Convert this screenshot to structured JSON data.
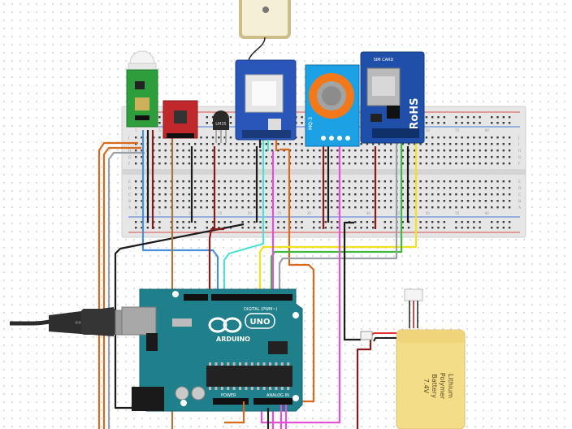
{
  "components": {
    "gsm_module": {
      "rohs": "RoHS",
      "sim_label": "SIM CARD"
    },
    "arduino": {
      "brand": "ARDUINO",
      "model": "UNO",
      "digital_label": "DIGITAL (PWM~)",
      "analog_label": "ANALOG IN",
      "power_label": "POWER"
    },
    "mq3": {
      "label": "MQ-3"
    },
    "battery": {
      "line1": "Lithium",
      "line2": "Polymer",
      "line3": "Battery",
      "line4": "7.4V"
    },
    "temp_sensor": {
      "label": "LM35"
    }
  },
  "breadboard": {
    "col_numbers": [
      "1",
      "5",
      "10",
      "15",
      "20",
      "25",
      "30",
      "35",
      "40",
      "45",
      "50",
      "55",
      "60"
    ],
    "row_letters_top": [
      "J",
      "I",
      "H",
      "G",
      "F"
    ],
    "row_letters_bottom": [
      "E",
      "D",
      "C",
      "B",
      "A"
    ]
  },
  "wire_colors": {
    "red": "#8b1a1a",
    "black": "#1b1b1b",
    "orange": "#d9691c",
    "blue": "#4a90d9",
    "yellow": "#f5e11c",
    "green": "#3fb83f",
    "pink": "#e64fd9",
    "gray": "#9aa0a6",
    "teal": "#4fe0d0",
    "brown": "#a07840"
  }
}
